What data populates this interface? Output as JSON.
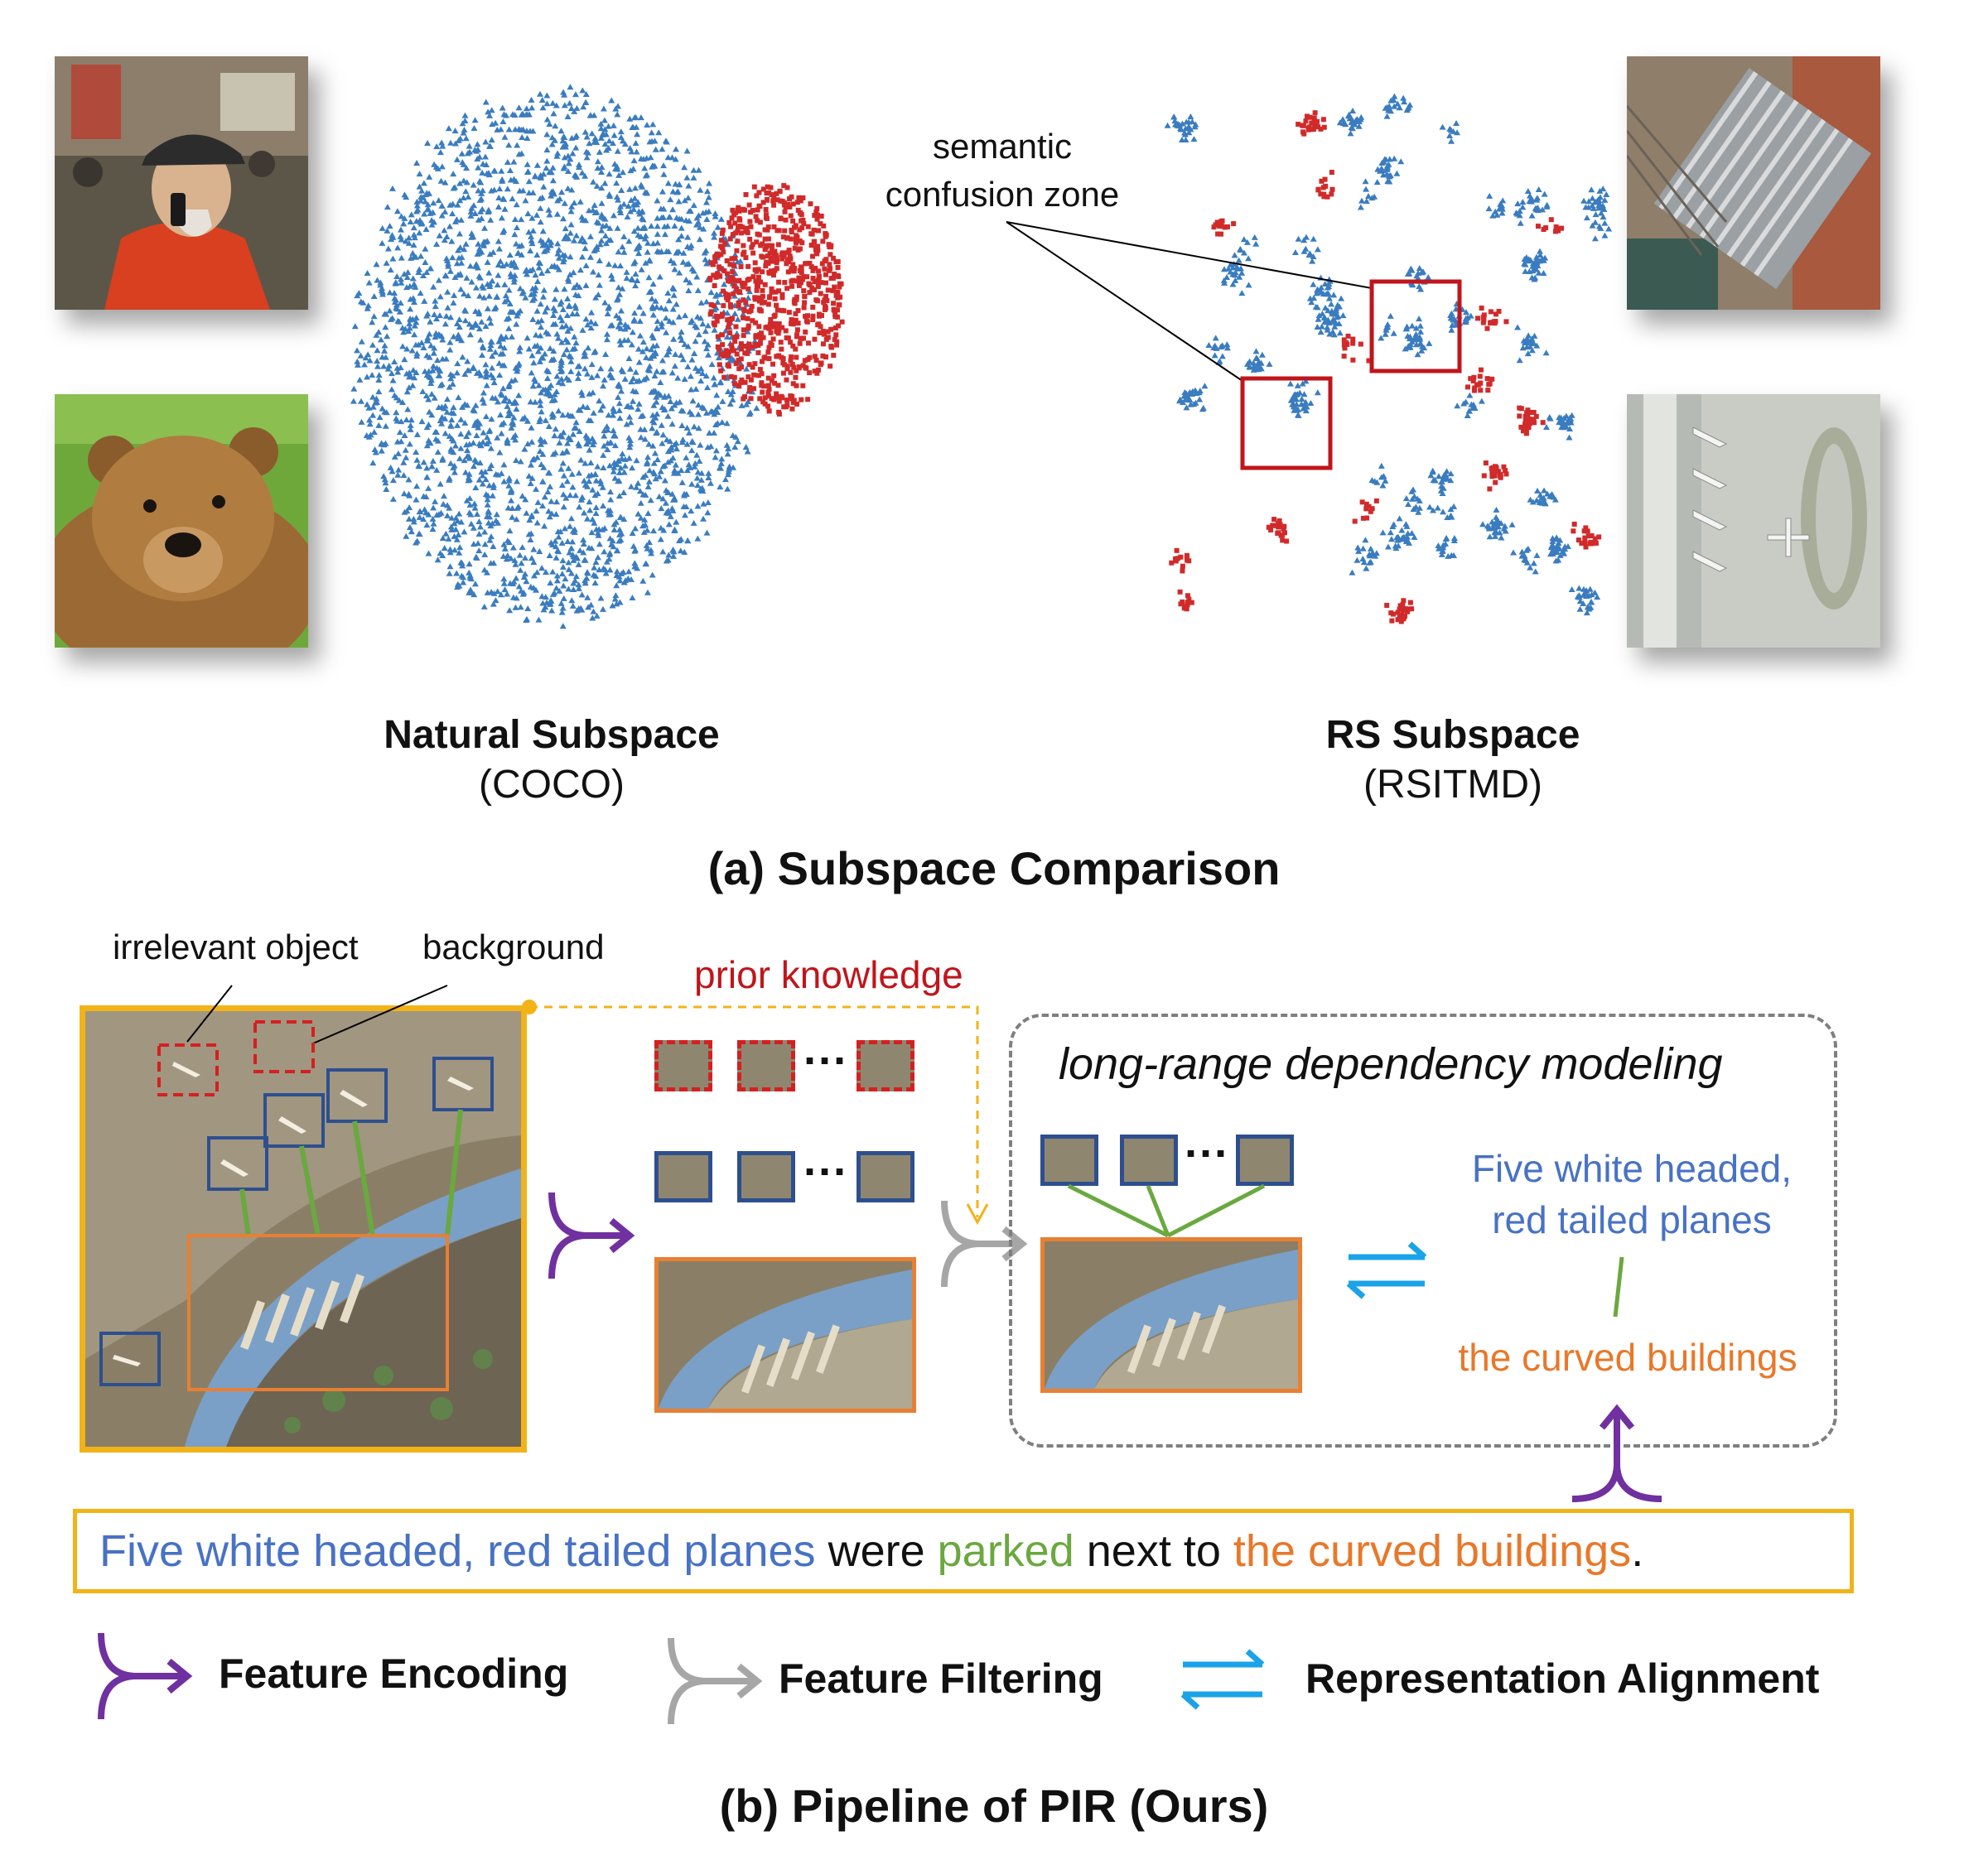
{
  "part_a": {
    "annotation": "semantic\nconfusion zone",
    "left_title": "Natural Subspace",
    "left_sub": "(COCO)",
    "right_title": "RS Subspace",
    "right_sub": "(RSITMD)",
    "caption": "(a) Subspace Comparison",
    "colors": {
      "blue": "#3a7cbf",
      "red": "#d12a2a"
    },
    "photos": [
      "man-on-phone-photo",
      "bear-photo",
      "train-station-aerial-photo",
      "airport-aerial-photo"
    ]
  },
  "part_b": {
    "label_irrelevant": "irrelevant object",
    "label_background": "background",
    "label_prior": "prior knowledge",
    "box_title": "long-range dependency modeling",
    "text_planes_1": "Five white headed,",
    "text_planes_2": "red tailed planes",
    "text_buildings": "the curved buildings",
    "ellipsis": "···",
    "sentence": {
      "p1": "Five white headed, red tailed planes",
      "p2": " were ",
      "p3": "parked",
      "p4": " next to ",
      "p5": "the curved buildings",
      "p6": "."
    },
    "legend": {
      "encoding": "Feature Encoding",
      "filtering": "Feature Filtering",
      "alignment": "Representation Alignment"
    },
    "caption": "(b) Pipeline of PIR (Ours)",
    "colors": {
      "frame": "#f2b318",
      "red_box": "#d42020",
      "blue_box": "#2e4f8f",
      "orange_box": "#e87f33",
      "green": "#6aa840",
      "text_blue": "#4872c4",
      "text_orange": "#e8782a",
      "prior_red": "#c0151b",
      "purple": "#7030a0",
      "gray": "#a6a6a6",
      "cyan": "#1aa3e8"
    }
  }
}
